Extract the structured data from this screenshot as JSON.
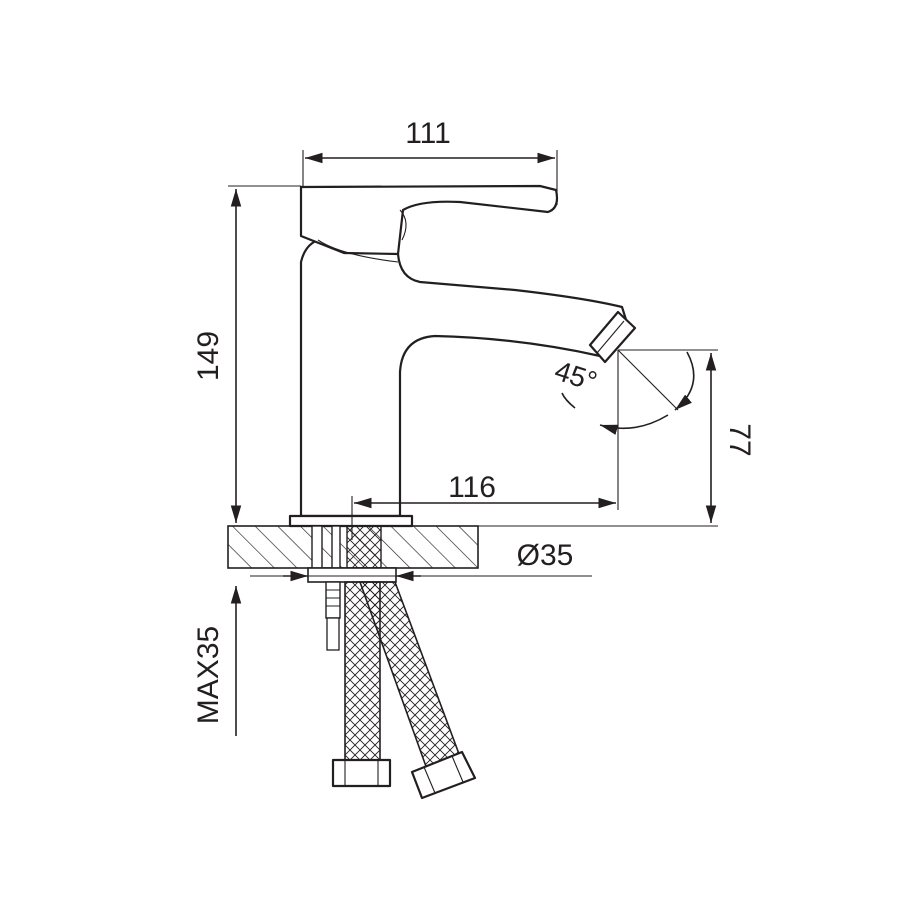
{
  "drawing": {
    "dimensions": {
      "spout_top_width": "111",
      "total_height": "149",
      "spout_reach": "116",
      "spout_height": "77",
      "base_diameter": "Ø35",
      "max_thickness": "MAX35",
      "spout_angle": "45°"
    }
  }
}
